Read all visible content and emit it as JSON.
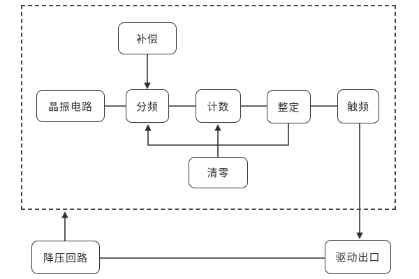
{
  "diagram": {
    "type": "block-diagram",
    "nodes": {
      "compensation": {
        "label": "补偿"
      },
      "crystal_circuit": {
        "label": "晶振电路"
      },
      "frequency_divider": {
        "label": "分频"
      },
      "counter": {
        "label": "计数"
      },
      "setting": {
        "label": "整定"
      },
      "trigger_frequency": {
        "label": "触频"
      },
      "clear": {
        "label": "清零"
      },
      "step_down_circuit": {
        "label": "降压回路"
      },
      "drive_outlet": {
        "label": "驱动出口"
      }
    },
    "edges": [
      {
        "from": "compensation",
        "to": "frequency_divider",
        "arrow": true
      },
      {
        "from": "crystal_circuit",
        "to": "frequency_divider",
        "arrow": false
      },
      {
        "from": "frequency_divider",
        "to": "counter",
        "arrow": false
      },
      {
        "from": "counter",
        "to": "setting",
        "arrow": false
      },
      {
        "from": "setting",
        "to": "trigger_frequency",
        "arrow": false
      },
      {
        "from": "setting",
        "to": "frequency_divider",
        "arrow": true
      },
      {
        "from": "clear",
        "to": "counter",
        "arrow": true
      },
      {
        "from": "trigger_frequency",
        "to": "drive_outlet",
        "arrow": true
      },
      {
        "from": "step_down_circuit",
        "to": "dashed_boundary",
        "arrow": true
      },
      {
        "from": "step_down_circuit",
        "to": "drive_outlet",
        "arrow": false
      }
    ],
    "colors": {
      "line": "#2f2f2f",
      "box_border": "#333333",
      "box_fill": "#ffffff",
      "dashed_border": "#444444",
      "background": "#ffffff"
    }
  }
}
